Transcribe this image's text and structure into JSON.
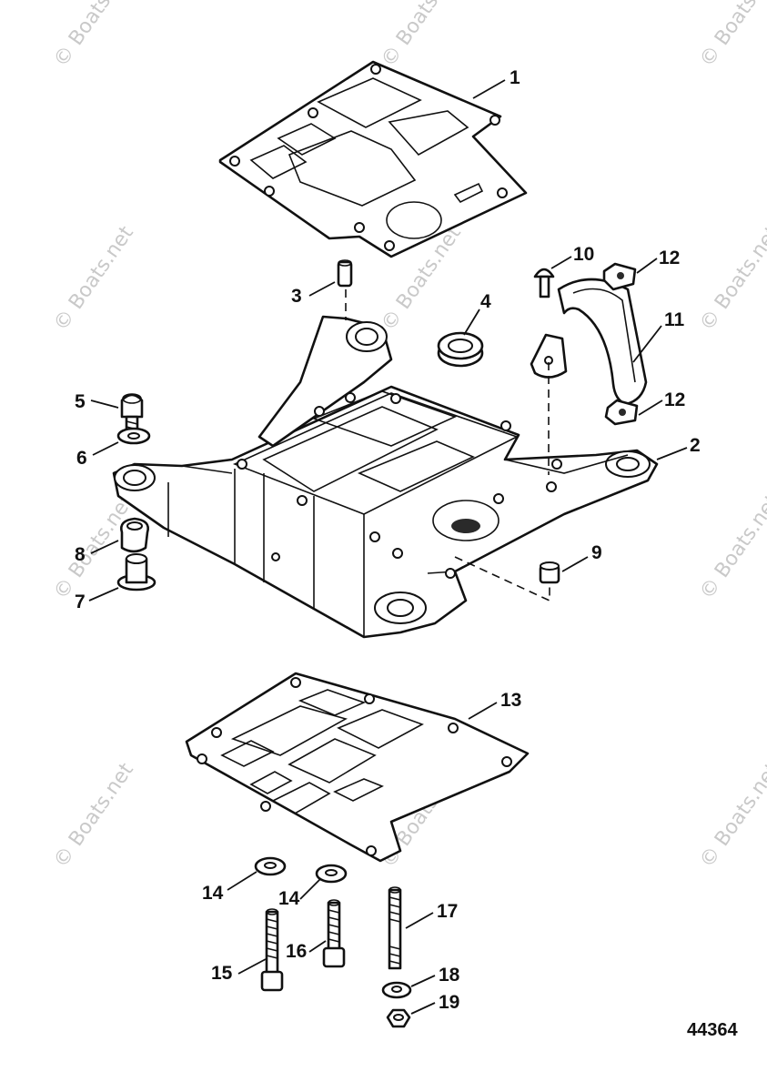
{
  "watermark": "© Boats.net",
  "reference_number": "44364",
  "callouts": {
    "c1": "1",
    "c2": "2",
    "c3": "3",
    "c4": "4",
    "c5": "5",
    "c6": "6",
    "c7": "7",
    "c8": "8",
    "c9": "9",
    "c10": "10",
    "c11": "11",
    "c12a": "12",
    "c12b": "12",
    "c13": "13",
    "c14a": "14",
    "c14b": "14",
    "c15": "15",
    "c16": "16",
    "c17": "17",
    "c18": "18",
    "c19": "19"
  }
}
